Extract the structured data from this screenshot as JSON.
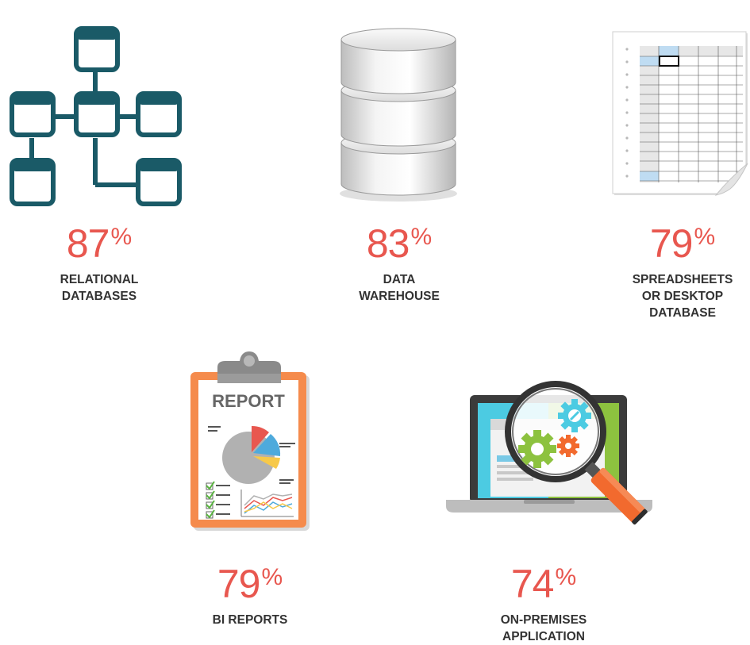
{
  "stats": [
    {
      "value": "87",
      "unit": "%",
      "label_lines": [
        "RELATIONAL",
        "DATABASES"
      ]
    },
    {
      "value": "83",
      "unit": "%",
      "label_lines": [
        "DATA",
        "WAREHOUSE"
      ]
    },
    {
      "value": "79",
      "unit": "%",
      "label_lines": [
        "SPREADSHEETS",
        "OR DESKTOP",
        "DATABASE"
      ]
    },
    {
      "value": "79",
      "unit": "%",
      "label_lines": [
        "BI REPORTS"
      ]
    },
    {
      "value": "74",
      "unit": "%",
      "label_lines": [
        "ON-PREMISES",
        "APPLICATION"
      ]
    }
  ],
  "report_icon": {
    "title": "REPORT"
  },
  "colors": {
    "accent": "#e8574f",
    "label": "#333333",
    "relational_icon": "#1a5a67",
    "clipboard": "#f58b4c",
    "laptop_screen_left": "#4ccbe2",
    "laptop_screen_right": "#8dc23f",
    "magnifier_handle": "#f26a2e"
  },
  "icons": [
    "relational-database-icon",
    "data-warehouse-icon",
    "spreadsheet-icon",
    "report-clipboard-icon",
    "laptop-magnifier-icon"
  ]
}
